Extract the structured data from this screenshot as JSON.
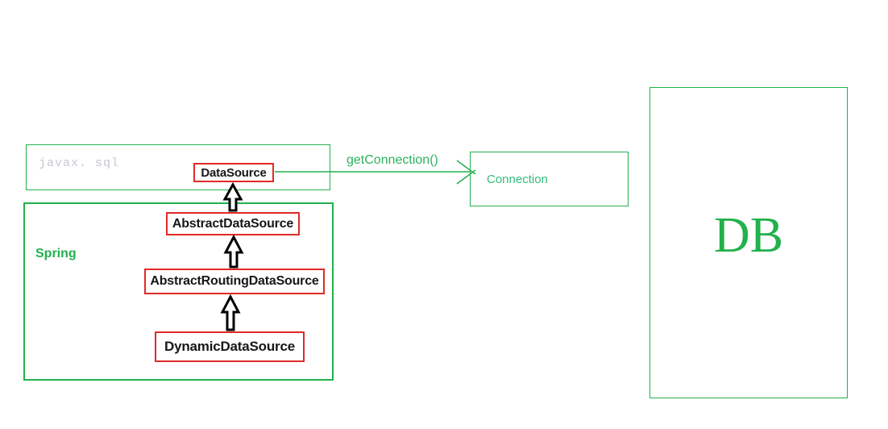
{
  "colors": {
    "green_line": "#22b14c",
    "green_label": "#2db25e",
    "green_connection_text": "#37bb76",
    "green_db_text": "#22b14c",
    "red_class_border": "#e02a28",
    "gray_package_label": "#c6c8d0",
    "arrow_black": "#000000",
    "background": "#ffffff"
  },
  "packages": {
    "javax": {
      "label": "javax. sql"
    },
    "spring": {
      "label": "Spring"
    }
  },
  "classes": {
    "datasource": {
      "label": "DataSource"
    },
    "abstract_datasource": {
      "label": "AbstractDataSource"
    },
    "abstract_routing_datasource": {
      "label": "AbstractRoutingDataSource"
    },
    "dynamic_datasource": {
      "label": "DynamicDataSource"
    }
  },
  "entities": {
    "connection": {
      "label": "Connection"
    },
    "db": {
      "label": "DB"
    }
  },
  "edges": {
    "get_connection": {
      "label": "getConnection()",
      "from": "DataSource",
      "to": "Connection",
      "type": "method-call-arrow"
    },
    "inheritance": [
      {
        "from": "AbstractDataSource",
        "to": "DataSource",
        "type": "extends"
      },
      {
        "from": "AbstractRoutingDataSource",
        "to": "AbstractDataSource",
        "type": "extends"
      },
      {
        "from": "DynamicDataSource",
        "to": "AbstractRoutingDataSource",
        "type": "extends"
      }
    ]
  }
}
